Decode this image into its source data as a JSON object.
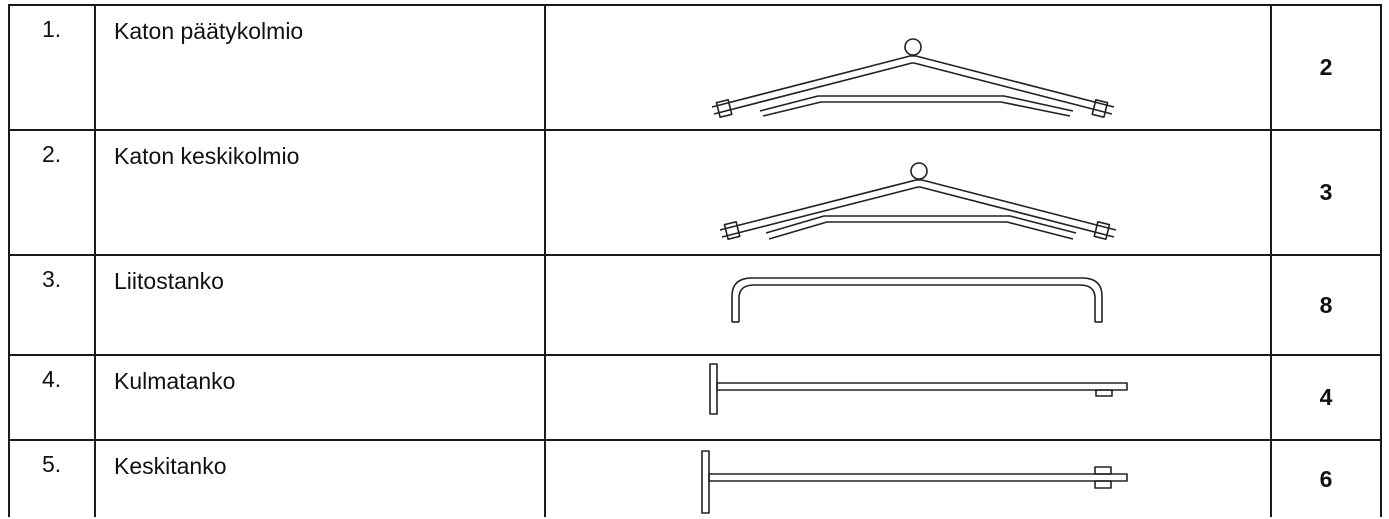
{
  "parts": [
    {
      "number": "1.",
      "name": "Katon päätykolmio",
      "quantity": "2",
      "icon": "end-roof-truss-icon"
    },
    {
      "number": "2.",
      "name": "Katon keskikolmio",
      "quantity": "3",
      "icon": "middle-roof-truss-icon"
    },
    {
      "number": "3.",
      "name": "Liitostanko",
      "quantity": "8",
      "icon": "connecting-rod-icon"
    },
    {
      "number": "4.",
      "name": "Kulmatanko",
      "quantity": "4",
      "icon": "corner-rod-icon"
    },
    {
      "number": "5.",
      "name": "Keskitanko",
      "quantity": "6",
      "icon": "middle-rod-icon"
    }
  ],
  "colors": {
    "border": "#1a1a1a",
    "line": "#222222",
    "background": "#ffffff"
  }
}
